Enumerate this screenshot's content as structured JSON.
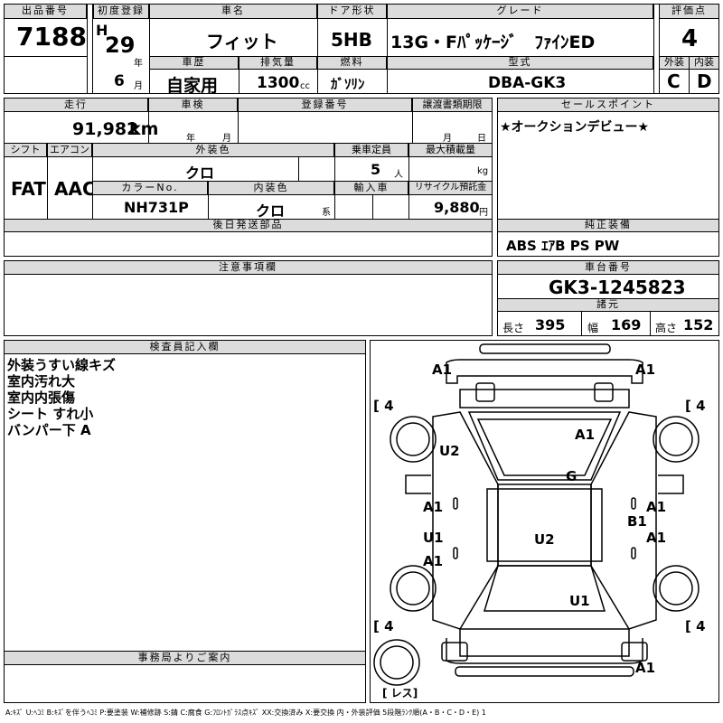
{
  "labels": {
    "lot_no": "出品番号",
    "first_reg": "初度登録",
    "car_name": "車名",
    "door_type": "ドア形状",
    "grade": "グレード",
    "score": "評価点",
    "history": "車歴",
    "displacement": "排気量",
    "fuel": "燃料",
    "model_code": "型式",
    "exterior": "外装",
    "interior": "内装",
    "mileage": "走行",
    "inspection": "車検",
    "reg_no": "登録番号",
    "transfer_deadline": "譲渡書類期限",
    "sales_point": "セールスポイント",
    "shift": "シフト",
    "aircon": "エアコン",
    "ext_color": "外装色",
    "capacity": "乗車定員",
    "max_load": "最大積載量",
    "color_no": "カラーNo.",
    "int_color": "内装色",
    "import": "輸入車",
    "recycle": "リサイクル預託金",
    "later_parts": "後日発送部品",
    "equipment": "純正装備",
    "notes": "注意事項欄",
    "chassis_no": "車台番号",
    "specs": "諸元",
    "inspector": "検査員記入欄",
    "office": "事務局よりご案内"
  },
  "values": {
    "lot_no": "7188",
    "era": "H",
    "year": "29",
    "year_unit": "年",
    "month": "6",
    "month_unit": "月",
    "car_name": "フィット",
    "door_type": "5HB",
    "grade": "13G・Fﾊﾟｯｹｰｼﾞ　ﾌｧｲﾝED",
    "score": "4",
    "history": "自家用",
    "displacement": "1300",
    "displacement_unit": "cc",
    "fuel": "ｶﾞｿﾘﾝ",
    "model_code": "DBA-GK3",
    "exterior_grade": "C",
    "interior_grade": "D",
    "mileage": "91,982",
    "mileage_unit": "km",
    "insp_year_unit": "年",
    "insp_month_unit": "月",
    "transfer_month_unit": "月",
    "transfer_day_unit": "日",
    "sales_point": "★オークションデビュー★",
    "shift": "FAT",
    "aircon": "AAC",
    "ext_color": "クロ",
    "capacity": "5",
    "capacity_unit": "人",
    "load_unit": "kg",
    "color_no": "NH731P",
    "int_color": "クロ",
    "int_color_unit": "系",
    "recycle": "9,880",
    "recycle_unit": "円",
    "equipment": "ABS ｴｱB PS PW",
    "chassis_no": "GK3-1245823",
    "length_label": "長さ",
    "length": "395",
    "width_label": "幅",
    "width": "169",
    "height_label": "高さ",
    "height": "152"
  },
  "inspector_notes": [
    "外装うすい線キズ",
    "室内汚れ大",
    "室内内張傷",
    "シート すれ小",
    "バンパー下 A"
  ],
  "diagram": {
    "marks": [
      "A1",
      "A1",
      "A1",
      "U2",
      "G",
      "A1",
      "A1",
      "B1",
      "U1",
      "U2",
      "A1",
      "A1",
      "U1",
      "A1"
    ],
    "tire_labels": [
      "4",
      "4",
      "4",
      "4"
    ],
    "spare_label": "レス"
  },
  "legend": "A:ｷｽﾞ U:ﾍｺﾐ B:ｷｽﾞを伴うﾍｺﾐ P:要塗装 W:補修跡 S:錆 C:腐食 G:ﾌﾛﾝﾄｶﾞﾗｽ点ｷｽﾞ XX:交換済み X:要交換 内・外装評価 5段階ﾗﾝｸ順(A・B・C・D・E) 1"
}
